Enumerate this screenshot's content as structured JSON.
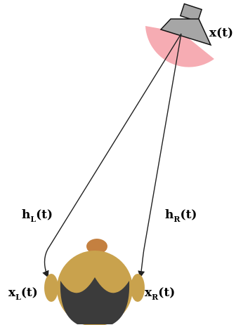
{
  "labels": {
    "source": "x(t)",
    "left_response": {
      "base": "h",
      "sub": "L",
      "args": "(t)"
    },
    "right_response": {
      "base": "h",
      "sub": "R",
      "args": "(t)"
    },
    "left_ear": {
      "base": "x",
      "sub": "L",
      "args": "(t)"
    },
    "right_ear": {
      "base": "x",
      "sub": "R",
      "args": "(t)"
    }
  },
  "colors": {
    "speaker": "#a6a6a6",
    "speaker_outline": "#111111",
    "radiation_lobe": "#f5a3ab",
    "head_skin": "#c9a24d",
    "hair": "#3b3b3b",
    "nose": "#c48040",
    "arrow": "#222222"
  },
  "icons": {
    "source": "loudspeaker-icon",
    "listener": "listener-head-icon"
  }
}
